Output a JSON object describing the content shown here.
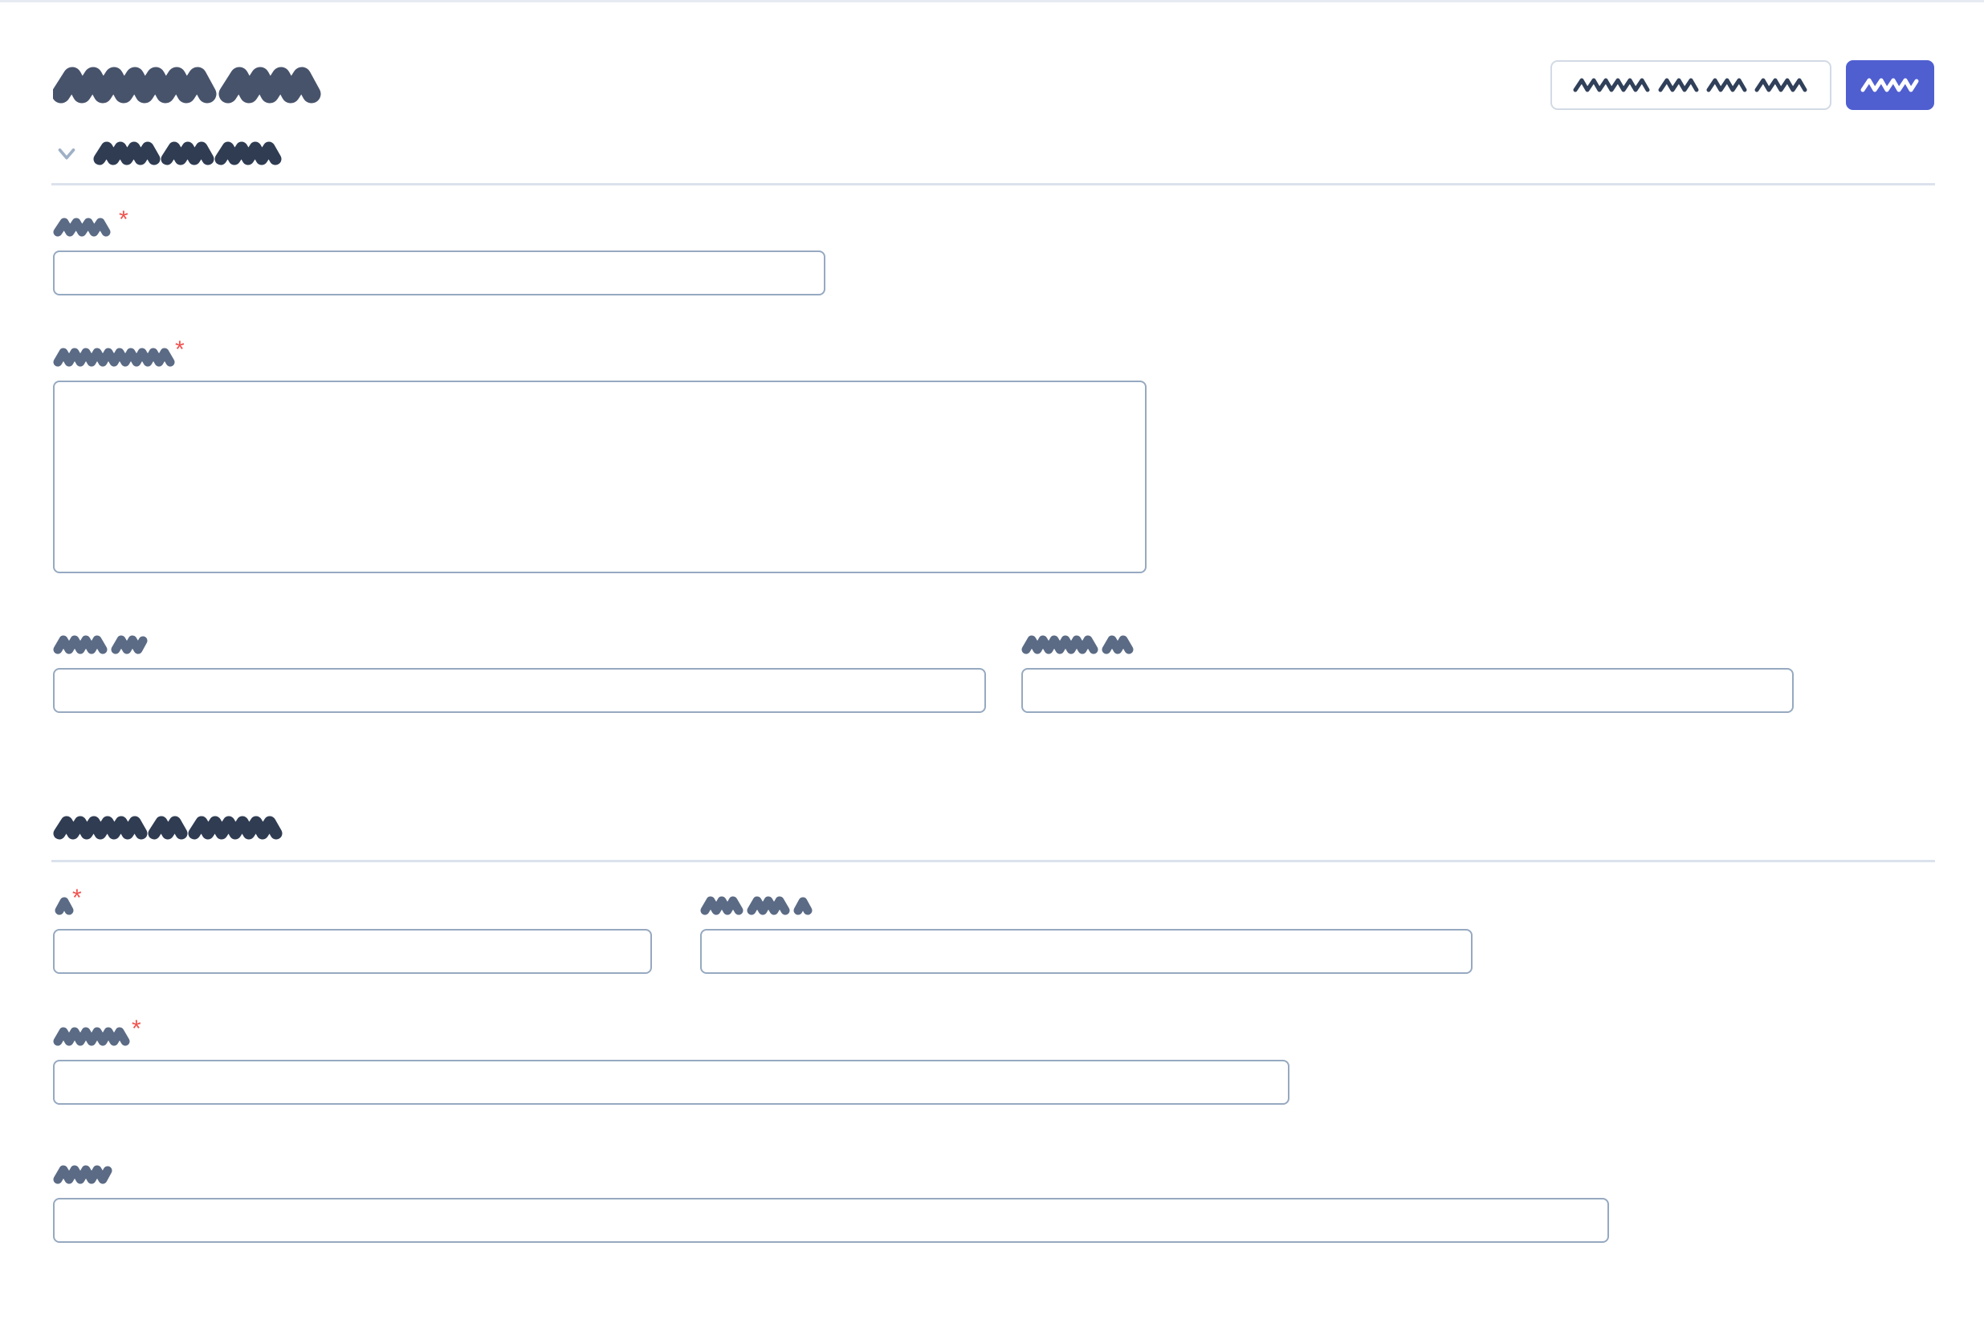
{
  "page": {
    "title_text": "[redacted page title]",
    "background_color": "#ffffff",
    "accent_color": "#4f5fd0",
    "required_marker": "*",
    "required_marker_color": "#ef5350",
    "label_color": "#5b6b85",
    "heading_color": "#3a4558",
    "input_border_color": "#96a9c0",
    "divider_color": "#dbe2ec"
  },
  "header": {
    "title": "[redacted page title]",
    "actions": [
      {
        "name": "secondary-button",
        "label": "[redacted secondary action]",
        "style": "outline"
      },
      {
        "name": "primary-button",
        "label": "[redacted]",
        "style": "filled"
      }
    ]
  },
  "sections": [
    {
      "id": "section-one",
      "icon": "chevron-down-icon",
      "title": "[redacted section heading one]",
      "expanded": true,
      "fields": [
        {
          "id": "field-1",
          "label": "[redacted]",
          "required": true,
          "type": "text",
          "value": "",
          "placeholder": ""
        },
        {
          "id": "field-2",
          "label": "[redacted label]",
          "required": true,
          "type": "textarea",
          "value": "",
          "placeholder": ""
        },
        {
          "id": "field-3",
          "label": "[redacted label]",
          "required": false,
          "type": "text",
          "value": "",
          "placeholder": ""
        },
        {
          "id": "field-4",
          "label": "[redacted label]",
          "required": false,
          "type": "text",
          "value": "",
          "placeholder": ""
        }
      ]
    },
    {
      "id": "section-two",
      "icon": "none",
      "title": "[redacted section heading two]",
      "expanded": true,
      "fields": [
        {
          "id": "field-5",
          "label": "[r]",
          "required": true,
          "type": "text",
          "value": "",
          "placeholder": ""
        },
        {
          "id": "field-6",
          "label": "[redacted label]",
          "required": false,
          "type": "text",
          "value": "",
          "placeholder": ""
        },
        {
          "id": "field-7",
          "label": "[redacted]",
          "required": true,
          "type": "text",
          "value": "",
          "placeholder": ""
        },
        {
          "id": "field-8",
          "label": "[redact]",
          "required": false,
          "type": "text",
          "value": "",
          "placeholder": ""
        }
      ]
    }
  ]
}
